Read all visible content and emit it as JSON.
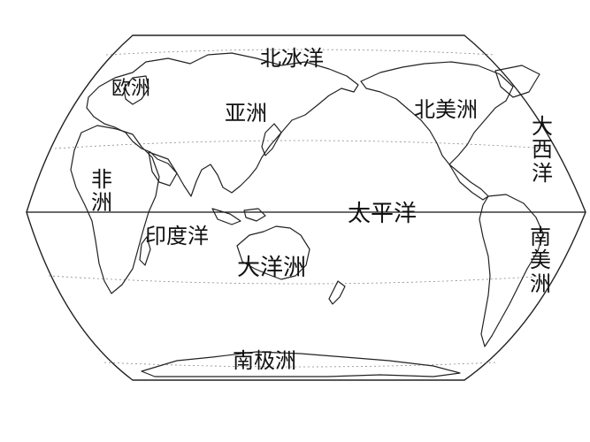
{
  "map": {
    "continents": {
      "europe": "欧洲",
      "asia": "亚洲",
      "africa": "非洲",
      "north_america": "北美洲",
      "south_america": "南美洲",
      "oceania": "大洋洲",
      "antarctica": "南极洲"
    },
    "oceans": {
      "arctic": "北冰洋",
      "pacific": "太平洋",
      "indian": "印度洋",
      "atlantic": "大西洋"
    }
  }
}
